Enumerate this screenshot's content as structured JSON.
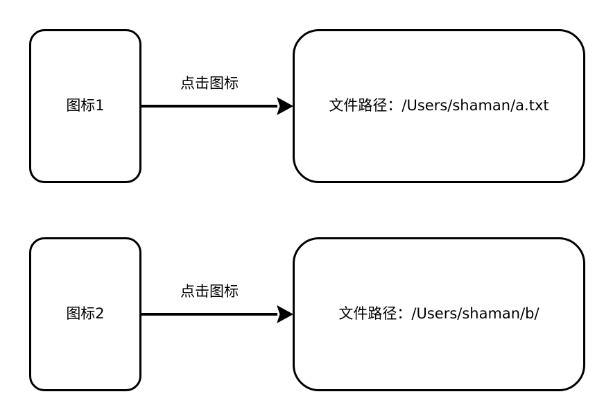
{
  "rows": [
    {
      "icon_label": "图标1",
      "action_label": "点击图标",
      "path_text": "文件路径：/Users/shaman/a.txt"
    },
    {
      "icon_label": "图标2",
      "action_label": "点击图标",
      "path_text": "文件路径：/Users/shaman/b/"
    }
  ],
  "colors": {
    "stroke": "#000000",
    "fill": "#ffffff",
    "text": "#000000"
  }
}
